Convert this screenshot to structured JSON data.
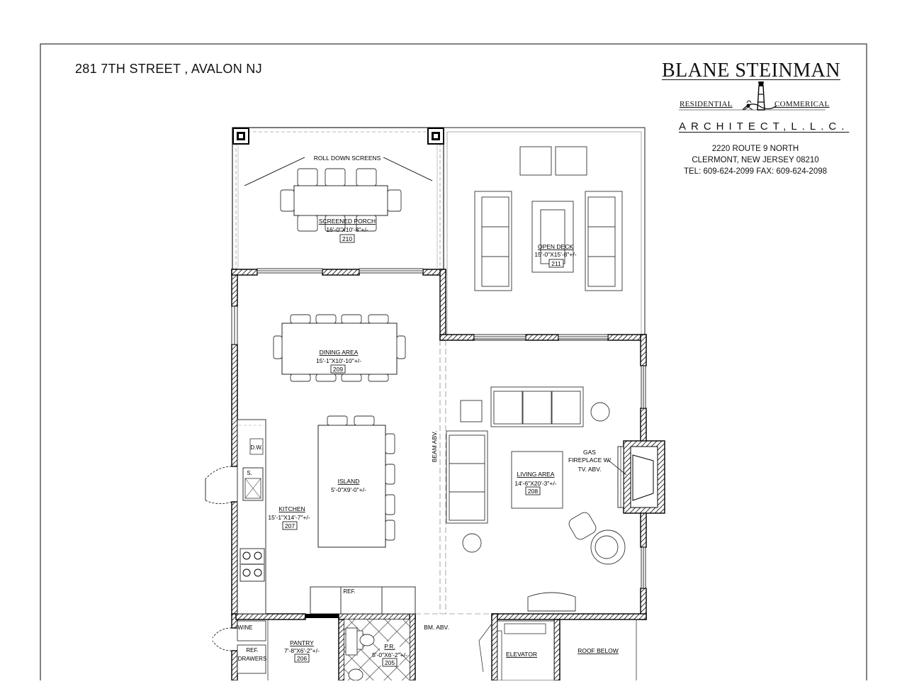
{
  "project": {
    "address": "281 7TH STREET , AVALON NJ"
  },
  "firm": {
    "name": "BLANE STEINMAN",
    "left_tag": "RESIDENTIAL",
    "right_tag": "COMMERICAL",
    "subtitle": "ARCHITECT,L.L.C.",
    "address_line1": "2220 ROUTE 9 NORTH",
    "address_line2": "CLERMONT, NEW JERSEY 08210",
    "phone_line": "TEL: 609-624-2099  FAX: 609-624-2098",
    "logo_icon": "lighthouse-logo-icon"
  },
  "plan": {
    "notes": {
      "roll_down": "ROLL DOWN SCREENS",
      "beam": "BEAM ABV.",
      "bm": "BM. ABV.",
      "fireplace": [
        "GAS",
        "FIREPLACE W/",
        "TV. ABV."
      ],
      "roof_below": "ROOF BELOW",
      "ref": "REF.",
      "dw": "D.W.",
      "sink": "S.",
      "wine": "WINE",
      "ref_drawers": [
        "REF.",
        "DRAWERS"
      ]
    },
    "rooms": [
      {
        "name": "SCREENED PORCH",
        "size": "16'-0\"X10'-8\"+/-",
        "number": "210"
      },
      {
        "name": "OPEN DECK",
        "size": "15'-0\"X15'-8\"+/-",
        "number": "211"
      },
      {
        "name": "DINING AREA",
        "size": "15'-1\"X10'-10\"+/-",
        "number": "209"
      },
      {
        "name": "ISLAND",
        "size": "5'-0\"X9'-0\"+/-",
        "number": ""
      },
      {
        "name": "KITCHEN",
        "size": "15'-1\"X14'-7\"+/-",
        "number": "207"
      },
      {
        "name": "LIVING AREA",
        "size": "14'-6\"X20'-3\"+/-",
        "number": "208"
      },
      {
        "name": "PANTRY",
        "size": "7'-8\"X6'-2\"+/-",
        "number": "206"
      },
      {
        "name": "P.R.",
        "size": "5'-0\"X6'-2\"+/-",
        "number": "205"
      },
      {
        "name": "ELEVATOR",
        "size": "",
        "number": ""
      }
    ]
  }
}
